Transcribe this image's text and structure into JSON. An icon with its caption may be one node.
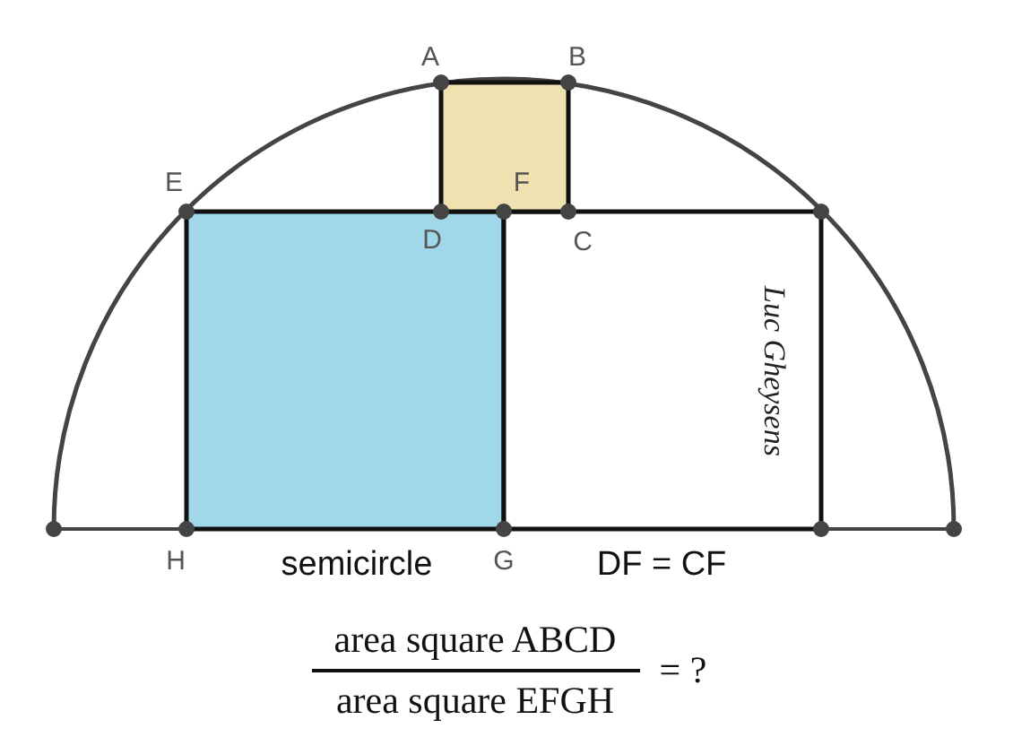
{
  "diagram": {
    "labels": [
      "A",
      "B",
      "E",
      "F",
      "D",
      "C",
      "Luc Gheysens",
      "H",
      "semicircle",
      "G",
      "DF = CF",
      "area square ABCD",
      "area square EFGH",
      "= ?"
    ]
  }
}
